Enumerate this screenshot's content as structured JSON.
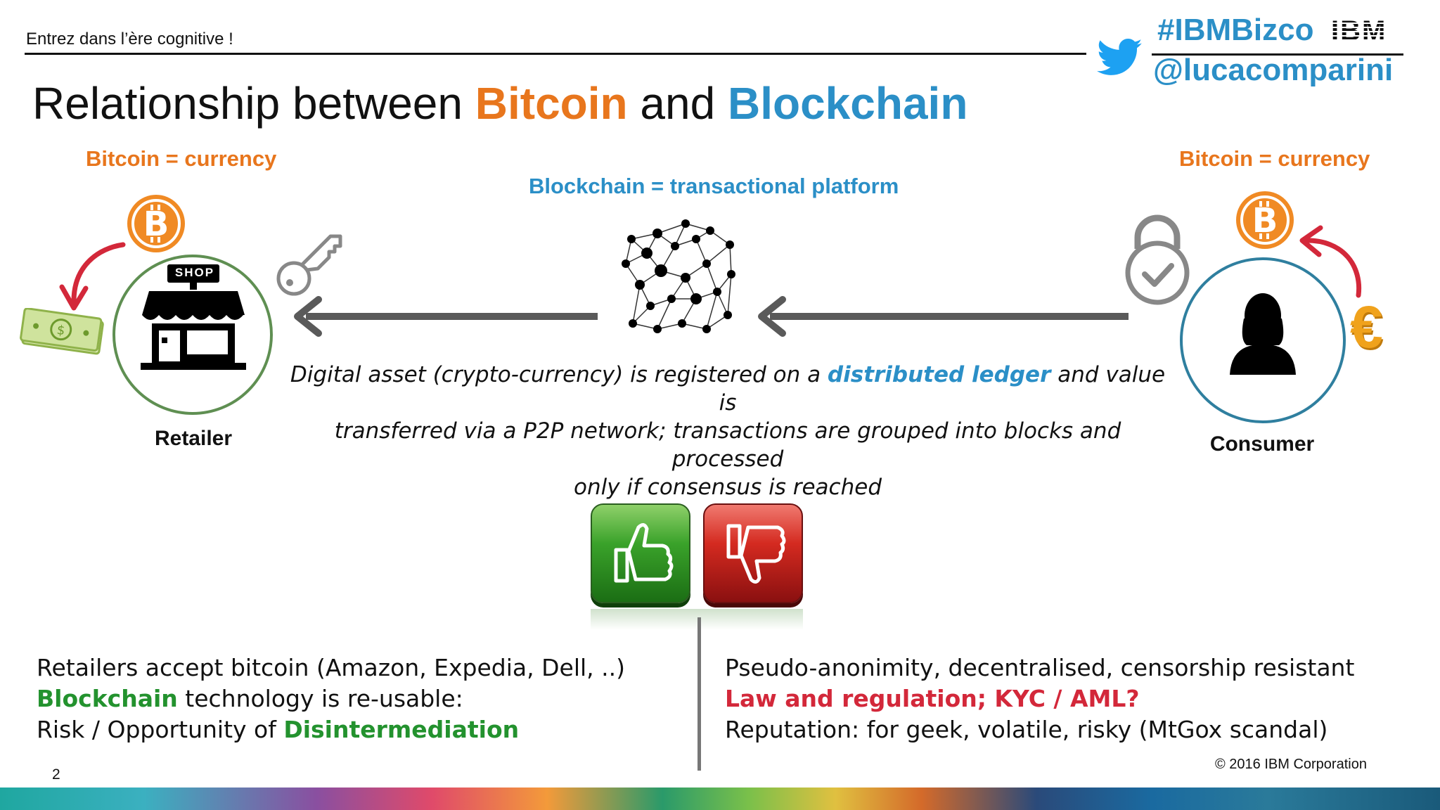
{
  "header": {
    "subtitle": "Entrez dans l’ère cognitive !",
    "hashtag": "#IBMBizco",
    "ibm_logo": "IBM",
    "handle": "@lucacomparini",
    "twitter_icon": "twitter-bird-icon"
  },
  "title": {
    "prefix": "Relationship between ",
    "bitcoin": "Bitcoin",
    "middle": " and ",
    "blockchain": "Blockchain"
  },
  "left": {
    "label_top": "Bitcoin = currency",
    "label_bottom": "Retailer",
    "shop_sign": "SHOP"
  },
  "center": {
    "label_top": "Blockchain = transactional platform",
    "desc_1a": "Digital asset (crypto-currency) is registered on a ",
    "desc_1b": "distributed ledger",
    "desc_1c": " and value is",
    "desc_2": "transferred via a P2P network; transactions are grouped into blocks and processed",
    "desc_3": "only if consensus is reached"
  },
  "right": {
    "label_top": "Bitcoin = currency",
    "label_bottom": "Consumer",
    "euro": "€"
  },
  "pros": {
    "line1": "Retailers accept bitcoin (Amazon, Expedia, Dell, ..)",
    "line2_a": "Blockchain",
    "line2_b": " technology is re-usable:",
    "line3_a": "Risk / Opportunity of ",
    "line3_b": "Disintermediation"
  },
  "cons": {
    "line1": "Pseudo-anonimity, decentralised, censorship resistant",
    "line2": "Law and regulation; KYC / AML?",
    "line3": "Reputation: for geek, volatile, risky (MtGox scandal)"
  },
  "footer": {
    "page_number": "2",
    "copyright": "© 2016 IBM Corporation"
  },
  "colors": {
    "orange": "#e8761d",
    "blue": "#2b8fc7",
    "green": "#23922e",
    "red": "#d3283a",
    "twitter": "#1da1f2"
  }
}
